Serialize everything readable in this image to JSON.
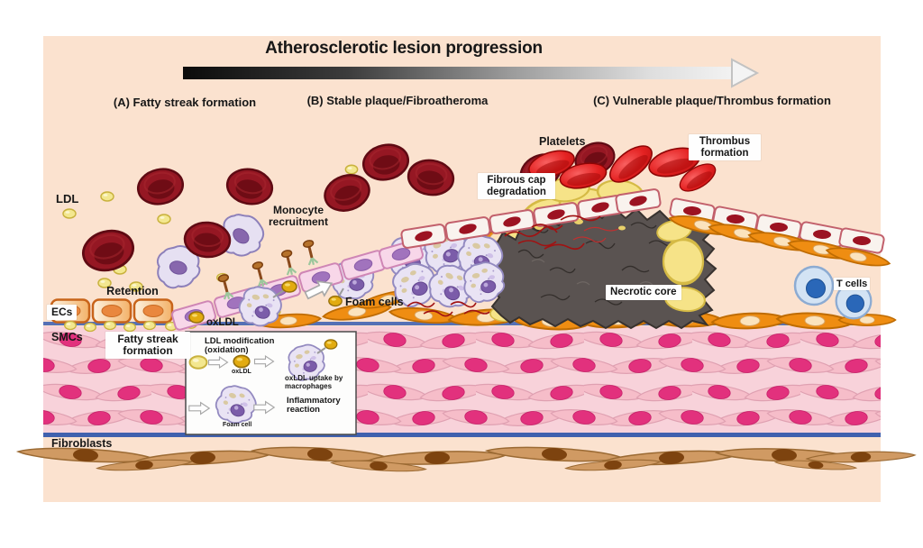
{
  "title": "Atherosclerotic lesion progression",
  "phases": [
    {
      "label": "(A) Fatty streak formation"
    },
    {
      "label": "(B) Stable plaque/Fibroatheroma"
    },
    {
      "label": "(C) Vulnerable plaque/Thrombus formation"
    }
  ],
  "labels": {
    "ldl": "LDL",
    "retention": "Retention",
    "ecs": "ECs",
    "smcs": "SMCs",
    "fibroblasts": "Fibroblasts",
    "fatty_streak": "Fatty streak formation",
    "monocyte_recruitment": "Monocyte recruitment",
    "oxldl": "oxLDL",
    "foam_cells": "Foam cells",
    "platelets": "Platelets",
    "fibrous_cap_degradation": "Fibrous cap degradation",
    "thrombus_formation": "Thrombus formation",
    "necrotic_core": "Necrotic core",
    "t_cells": "T cells"
  },
  "inset": {
    "ldl_modification": "LDL modification (oxidation)",
    "oxldl_particle": "oxLDL",
    "oxldl_uptake": "oxLDL uptake by macrophages",
    "inflammatory": "Inflammatory reaction",
    "foam_cell": "Foam cell"
  },
  "colors": {
    "panel_background": "#fbe2cf",
    "rbc_red": "#951723",
    "platelet_red": "#e42222",
    "ldl_yellow": "#f3e78f",
    "oxldl_gold": "#e2ab10",
    "monocyte_lavender": "#e6e0f2",
    "foam_nucleus_purple": "#7b5ca9",
    "smc_orange": "#ef8d12",
    "media_pink": "#f8d2da",
    "smc_nucleus_magenta": "#e2317d",
    "elastic_lamina_blue": "#4a68b2",
    "fibroblast_tan": "#d09a63",
    "necrotic_gray": "#5a5351",
    "lipid_yellow": "#f6e388",
    "tcell_blue": "#2a67b8"
  }
}
